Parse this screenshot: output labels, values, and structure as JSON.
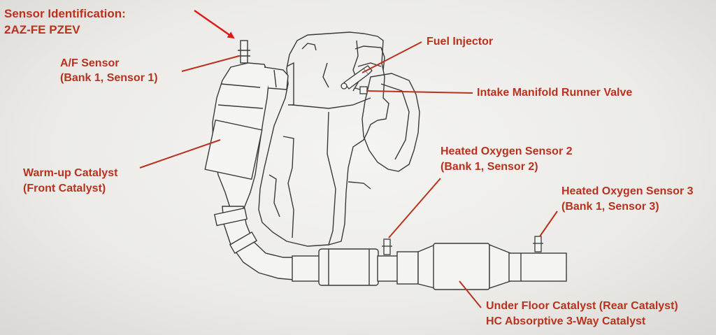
{
  "title": {
    "line1": "Sensor Identification:",
    "line2": "2AZ-FE PZEV"
  },
  "labels": {
    "af_sensor": {
      "line1": "A/F Sensor",
      "line2": "(Bank 1, Sensor 1)"
    },
    "fuel_injector": "Fuel Injector",
    "intake_runner_valve": "Intake Manifold Runner Valve",
    "warmup_catalyst": {
      "line1": "Warm-up Catalyst",
      "line2": "(Front Catalyst)"
    },
    "ho2s2": {
      "line1": "Heated Oxygen Sensor 2",
      "line2": "(Bank 1, Sensor 2)"
    },
    "ho2s3": {
      "line1": "Heated Oxygen Sensor 3",
      "line2": "(Bank 1, Sensor 3)"
    },
    "underfloor_catalyst": {
      "line1": "Under Floor Catalyst (Rear Catalyst)",
      "line2": "HC Absorptive 3-Way Catalyst"
    }
  },
  "colors": {
    "label_text": "#b8321f",
    "leader_line": "#b8321f",
    "pointer_arrow": "#e01818",
    "drawing_line": "#3a3a3a"
  }
}
